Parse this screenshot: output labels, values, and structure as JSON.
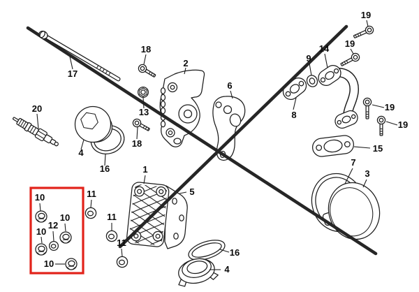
{
  "colors": {
    "background": "#ffffff",
    "line_art": "#1c1c1c",
    "cross_out": "#262626",
    "highlight_box": "#e2231a"
  },
  "callouts": [
    {
      "part": "17"
    },
    {
      "part": "18"
    },
    {
      "part": "13"
    },
    {
      "part": "18"
    },
    {
      "part": "2"
    },
    {
      "part": "20"
    },
    {
      "part": "4"
    },
    {
      "part": "16"
    },
    {
      "part": "6"
    },
    {
      "part": "9"
    },
    {
      "part": "14"
    },
    {
      "part": "19"
    },
    {
      "part": "19"
    },
    {
      "part": "19"
    },
    {
      "part": "19"
    },
    {
      "part": "8"
    },
    {
      "part": "15"
    },
    {
      "part": "7"
    },
    {
      "part": "3"
    },
    {
      "part": "1"
    },
    {
      "part": "5"
    },
    {
      "part": "10"
    },
    {
      "part": "10"
    },
    {
      "part": "12"
    },
    {
      "part": "10"
    },
    {
      "part": "10"
    },
    {
      "part": "11"
    },
    {
      "part": "11"
    },
    {
      "part": "11"
    },
    {
      "part": "16"
    },
    {
      "part": "4"
    }
  ]
}
